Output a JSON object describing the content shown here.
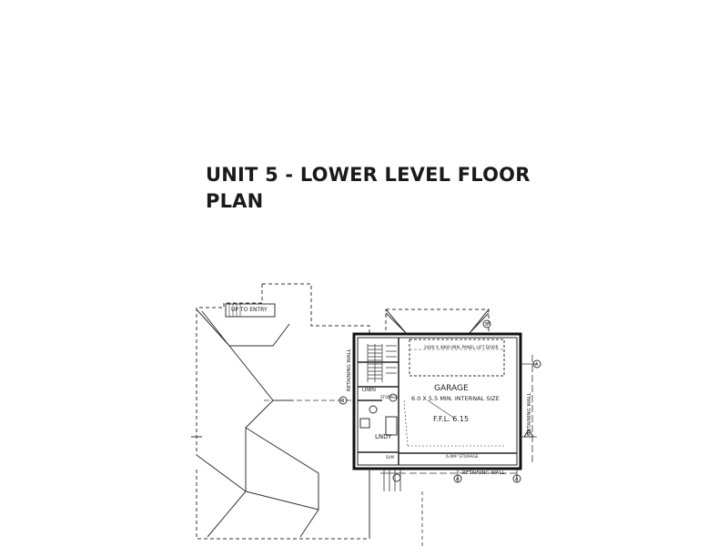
{
  "title": {
    "line1": "UNIT 5 - LOWER LEVEL FLOOR",
    "line2": "PLAN"
  },
  "plan": {
    "up_to_entry": "UP TO ENTRY",
    "retaining_wall_left": "RETAINING WALL",
    "retaining_wall_right": "RETAINING WALL",
    "retaining_wall_bottom": "RETAINING WALL",
    "panel_lift_door": "2400 X 4800 MIN. PANEL LIFT DOOR",
    "garage": "GARAGE",
    "garage_size": "6.0 X 5.5 MIN. INTERNAL SIZE",
    "ffl": "F.F.L. 6.15",
    "linen": "LINEN",
    "storage": "STORAGE",
    "lndy": "LNDY",
    "storage_bottom": "6.0M² STORAGE",
    "stair_note": "SUM",
    "markers": [
      "B",
      "B",
      "A",
      "A",
      "A",
      "C"
    ]
  }
}
